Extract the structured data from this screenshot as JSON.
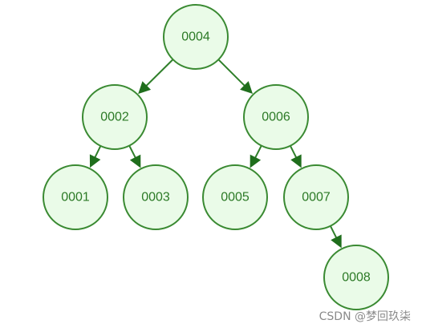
{
  "diagram": {
    "type": "binary-tree",
    "colors": {
      "node_fill": "#eafbe8",
      "node_stroke": "#3a8a32",
      "label": "#2c7a26",
      "edge": "#2f7f2a",
      "arrow": "#1f6e1c"
    },
    "nodes": [
      {
        "id": "n0004",
        "label": "0004"
      },
      {
        "id": "n0002",
        "label": "0002"
      },
      {
        "id": "n0006",
        "label": "0006"
      },
      {
        "id": "n0001",
        "label": "0001"
      },
      {
        "id": "n0003",
        "label": "0003"
      },
      {
        "id": "n0005",
        "label": "0005"
      },
      {
        "id": "n0007",
        "label": "0007"
      },
      {
        "id": "n0008",
        "label": "0008"
      }
    ],
    "edges": [
      {
        "from": "n0004",
        "to": "n0002"
      },
      {
        "from": "n0004",
        "to": "n0006"
      },
      {
        "from": "n0002",
        "to": "n0001"
      },
      {
        "from": "n0002",
        "to": "n0003"
      },
      {
        "from": "n0006",
        "to": "n0005"
      },
      {
        "from": "n0006",
        "to": "n0007"
      },
      {
        "from": "n0007",
        "to": "n0008"
      }
    ]
  },
  "watermark": {
    "text": "CSDN @梦回玖柒"
  }
}
